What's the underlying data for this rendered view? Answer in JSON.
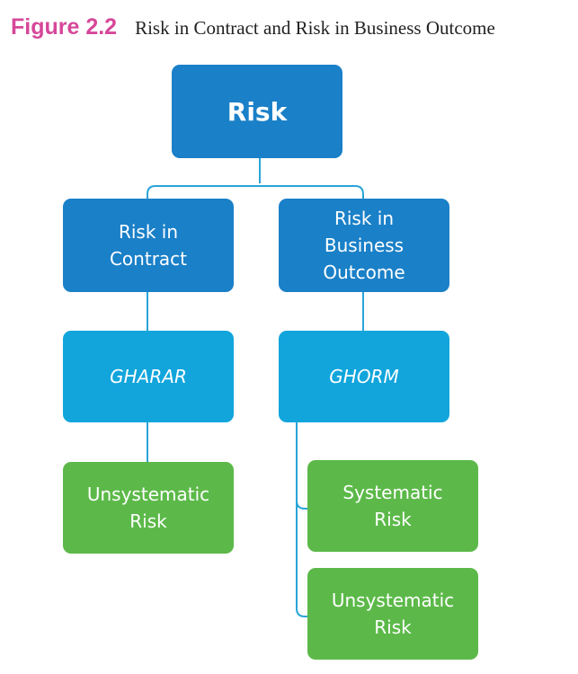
{
  "figure": {
    "label": "Figure 2.2",
    "title": "Risk in Contract and Risk in Business Outcome"
  },
  "nodes": {
    "root": "Risk",
    "contract": "Risk in Contract",
    "business": "Risk in Business Outcome",
    "gharar": "GHARAR",
    "ghorm": "GHORM",
    "contract_unsystematic": "Unsystematic Risk",
    "business_systematic": "Systematic Risk",
    "business_unsystematic": "Unsystematic Risk"
  },
  "colors": {
    "dark_blue": "#1a80c8",
    "light_blue": "#11a5dc",
    "green": "#5cb949",
    "connector": "#2aa4d8",
    "figure_label": "#d6479a"
  }
}
